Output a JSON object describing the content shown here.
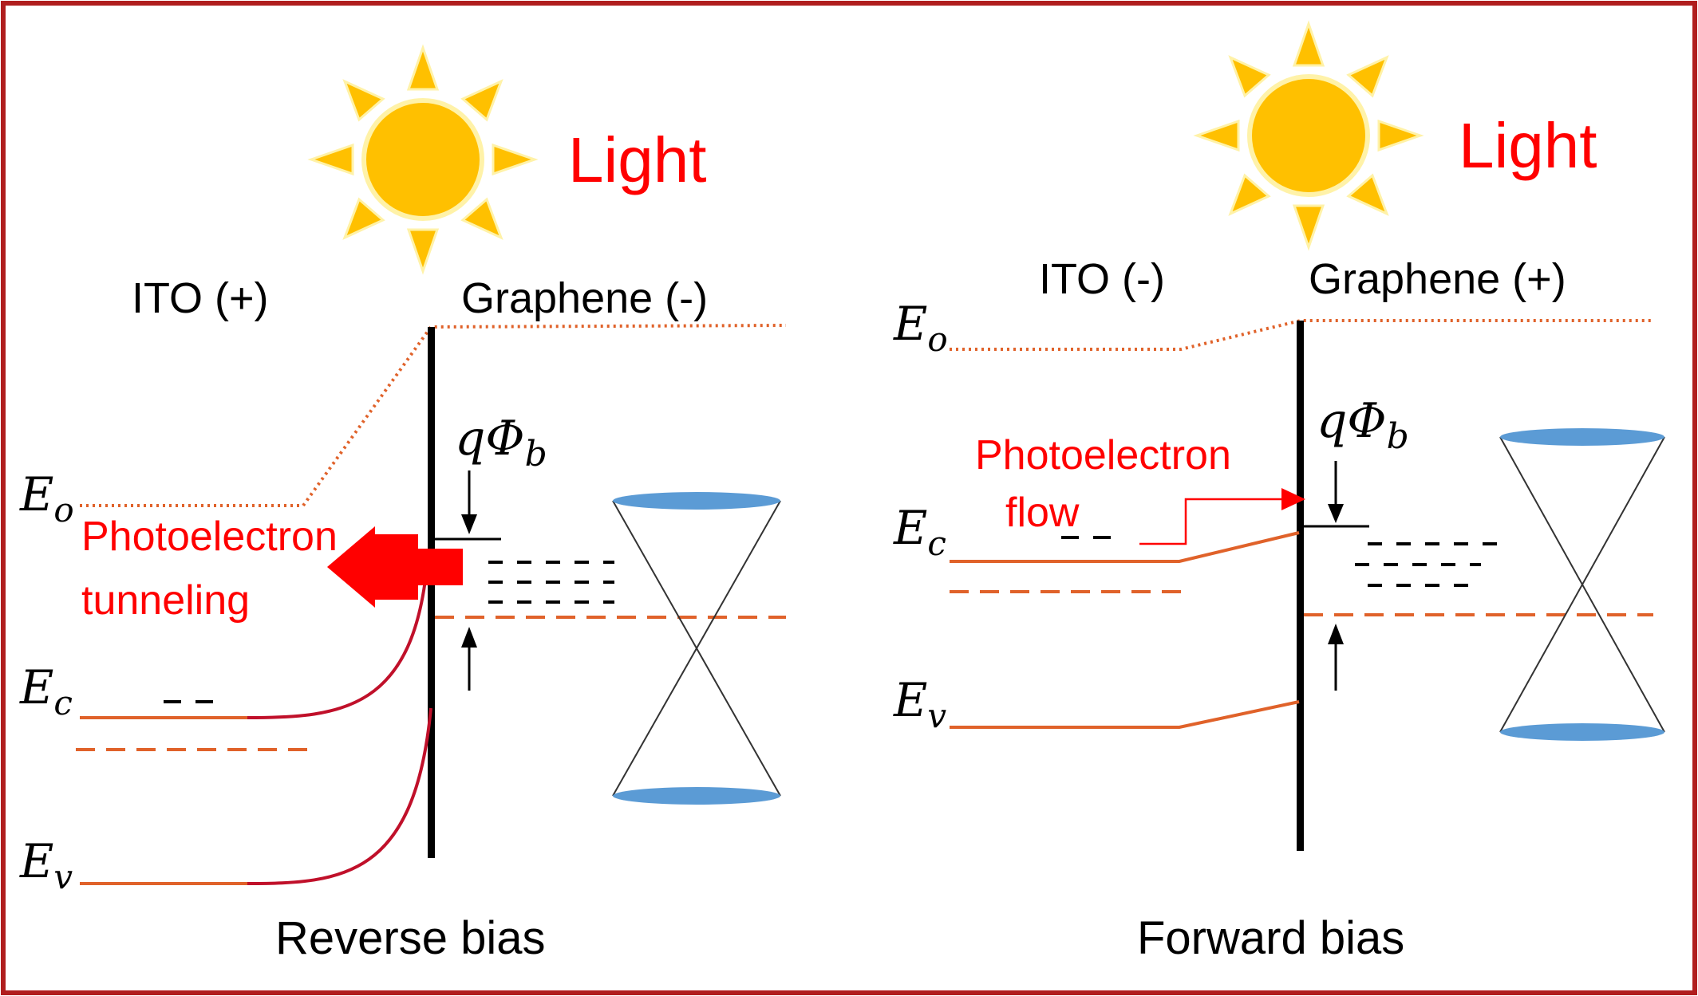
{
  "left_panel": {
    "light_label": "Light",
    "ito_label": "ITO (+)",
    "graphene_label": "Graphene (-)",
    "eo_label": "E",
    "eo_sub": "o",
    "ec_label": "E",
    "ec_sub": "c",
    "ev_label": "E",
    "ev_sub": "v",
    "barrier_q": "q",
    "barrier_phi": "Φ",
    "barrier_sub": "b",
    "photo_line1": "Photoelectron",
    "photo_line2": "tunneling",
    "caption": "Reverse bias"
  },
  "right_panel": {
    "light_label": "Light",
    "ito_label": "ITO (-)",
    "graphene_label": "Graphene (+)",
    "eo_label": "E",
    "eo_sub": "o",
    "ec_label": "E",
    "ec_sub": "c",
    "ev_label": "E",
    "ev_sub": "v",
    "barrier_q": "q",
    "barrier_phi": "Φ",
    "barrier_sub": "b",
    "photo_line1": "Photoelectron",
    "photo_line2": "flow",
    "caption": "Forward bias"
  },
  "colors": {
    "frame": "#b01e1e",
    "red_text": "#ff0000",
    "band": "#e0622a",
    "tunnel_curve": "#c0102a",
    "sun_core": "#ffc000",
    "sun_ray": "#ffc000",
    "cone_cap": "#5b9bd5"
  },
  "icons": [
    "sun-icon",
    "arrow-left-icon",
    "arrow-right-icon",
    "arrow-down-icon",
    "arrow-up-icon"
  ]
}
